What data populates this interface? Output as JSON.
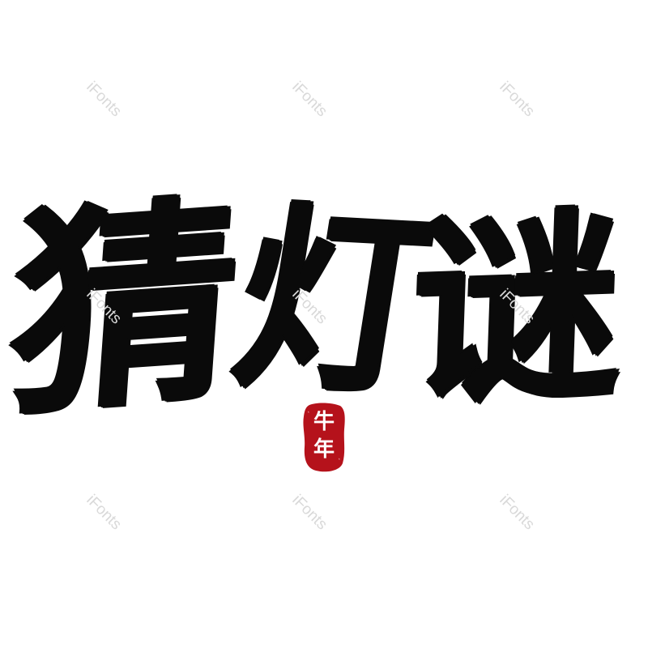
{
  "watermark": {
    "text": "iFonts",
    "color": "#d9d9d9"
  },
  "title": {
    "text": "猜灯谜",
    "chars": [
      "猜",
      "灯",
      "谜"
    ],
    "color": "#0a0a0a"
  },
  "seal": {
    "text": "牛年",
    "chars": [
      "牛",
      "年"
    ],
    "color": "#b5121b"
  }
}
